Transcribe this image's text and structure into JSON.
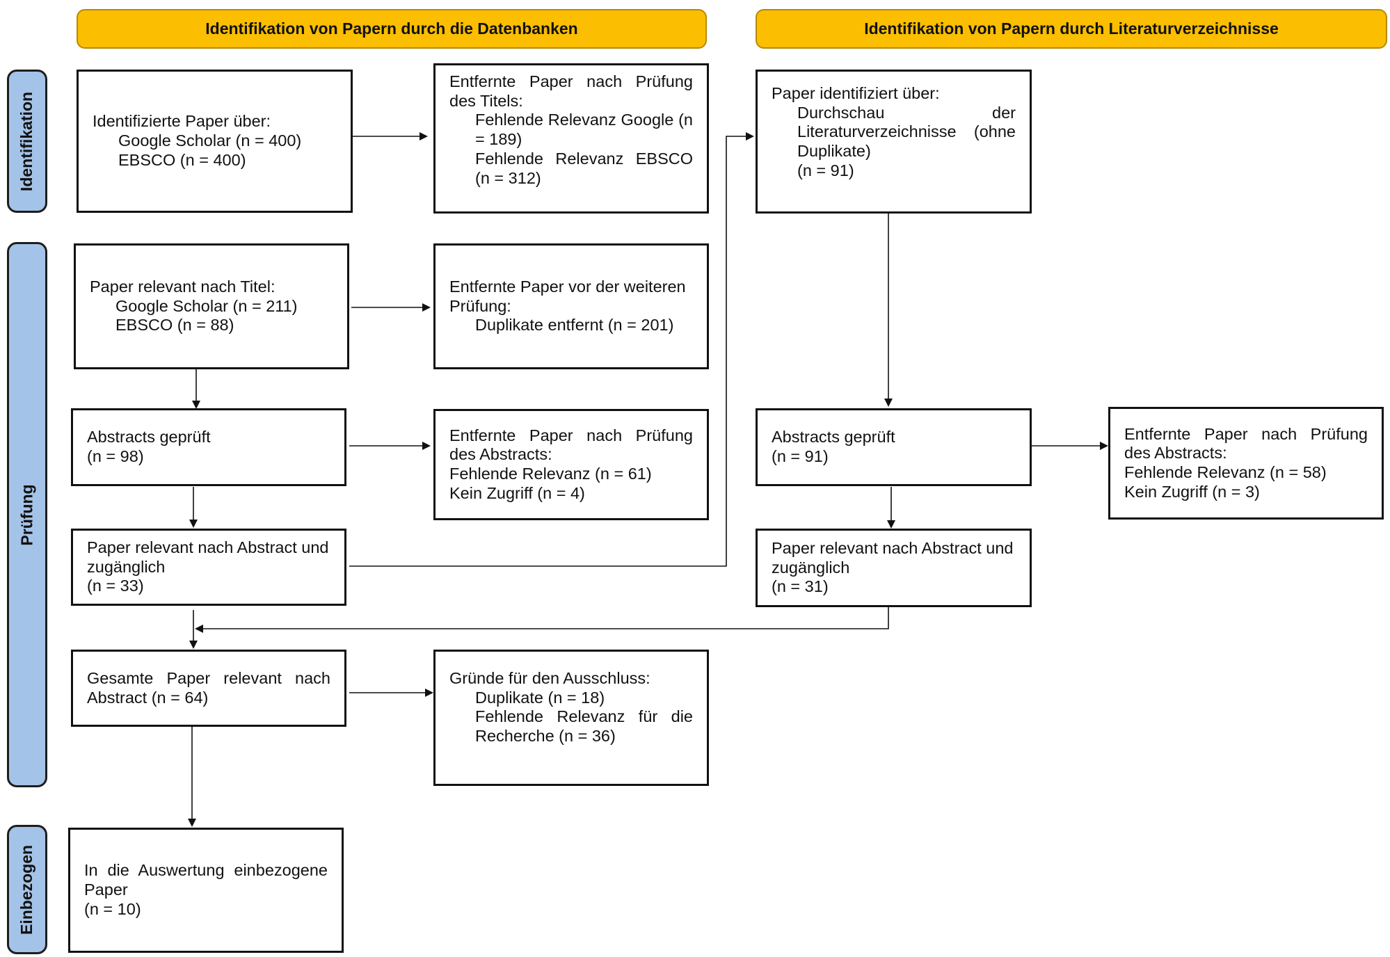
{
  "headers": {
    "databases": "Identifikation von Papern durch die Datenbanken",
    "references": "Identifikation von Papern durch Literaturverzeichnisse"
  },
  "phases": {
    "identification": "Identifikation",
    "screening": "Prüfung",
    "included": "Einbezogen"
  },
  "boxes": {
    "identified": {
      "title": "Identifizierte Paper über:",
      "items": [
        "Google Scholar (n = 400)",
        "EBSCO (n = 400)"
      ]
    },
    "removed_title": {
      "title": "Entfernte Paper nach Prüfung des Titels:",
      "items": [
        "Fehlende Relevanz Google (n = 189)",
        "Fehlende Relevanz EBSCO (n = 312)"
      ]
    },
    "refs_identified": {
      "title": "Paper identifiziert über:",
      "items": [
        "Durchschau der Literaturverzeichnisse (ohne Duplikate)",
        "(n = 91)"
      ]
    },
    "relevant_title": {
      "title": "Paper relevant nach Titel:",
      "items": [
        "Google Scholar (n = 211)",
        "EBSCO (n = 88)"
      ]
    },
    "removed_before": {
      "title": "Entfernte Paper vor der weiteren Prüfung:",
      "items": [
        "Duplikate entfernt (n = 201)"
      ]
    },
    "abstracts_db": {
      "lines": [
        "Abstracts geprüft",
        "(n = 98)"
      ]
    },
    "removed_abstracts_db": {
      "title": "Entfernte Paper nach Prüfung des Abstracts:",
      "lines": [
        "Fehlende Relevanz (n = 61)",
        "Kein Zugriff (n = 4)"
      ]
    },
    "abstracts_refs": {
      "lines": [
        "Abstracts geprüft",
        "(n = 91)"
      ]
    },
    "removed_abstracts_refs": {
      "title": "Entfernte Paper nach Prüfung des Abstracts:",
      "lines": [
        "Fehlende Relevanz (n = 58)",
        "Kein Zugriff (n = 3)"
      ]
    },
    "relevant_abstract_db": {
      "title": "Paper relevant nach Abstract und zugänglich",
      "count": "(n = 33)"
    },
    "relevant_abstract_refs": {
      "title": "Paper relevant nach Abstract und zugänglich",
      "count": "(n = 31)"
    },
    "total_relevant": {
      "title": "Gesamte Paper relevant nach Abstract (n = 64)"
    },
    "exclusion_reasons": {
      "title": "Gründe für den Ausschluss:",
      "items": [
        "Duplikate (n = 18)",
        "Fehlende Relevanz für die Recherche (n = 36)"
      ]
    },
    "included": {
      "title": "In die Auswertung einbezogene Paper",
      "count": "(n = 10)"
    }
  }
}
